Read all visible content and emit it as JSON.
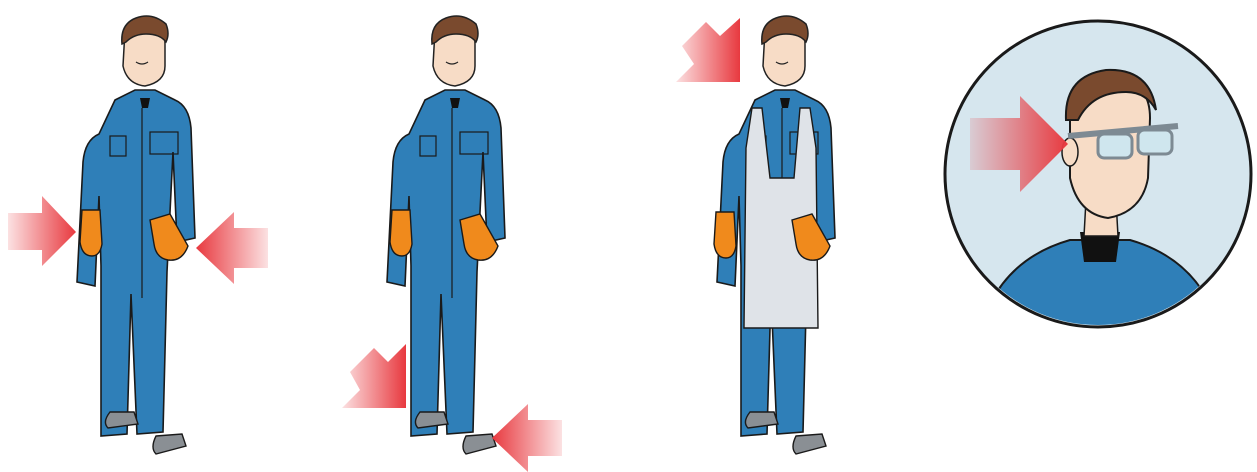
{
  "panels": [
    {
      "id": "gloves",
      "ppe": [
        "coveralls",
        "gloves"
      ],
      "arrows": 2,
      "arrow_targets": [
        "left-hand",
        "right-hand"
      ]
    },
    {
      "id": "boots",
      "ppe": [
        "coveralls",
        "gloves",
        "boots"
      ],
      "arrows": 2,
      "arrow_targets": [
        "left-boot",
        "right-boot"
      ]
    },
    {
      "id": "apron",
      "ppe": [
        "coveralls",
        "gloves",
        "boots",
        "apron"
      ],
      "arrows": 1,
      "arrow_targets": [
        "apron-strap"
      ]
    },
    {
      "id": "eyewear",
      "ppe": [
        "coveralls",
        "safety-glasses"
      ],
      "arrows": 1,
      "arrow_targets": [
        "safety-glasses"
      ]
    }
  ],
  "colors": {
    "coverall": "#2f7fb8",
    "coverall_dark": "#1f5f8e",
    "glove": "#f08a1c",
    "boot": "#8a8f94",
    "apron": "#dfe3e8",
    "skin": "#f7dcc6",
    "hair": "#7a4a2e",
    "arrow": "#e8393f",
    "circle_bg": "#d6e6ee"
  },
  "icons": [
    "arrow-pointer-icon",
    "worker-figure-icon",
    "glasses-icon"
  ]
}
